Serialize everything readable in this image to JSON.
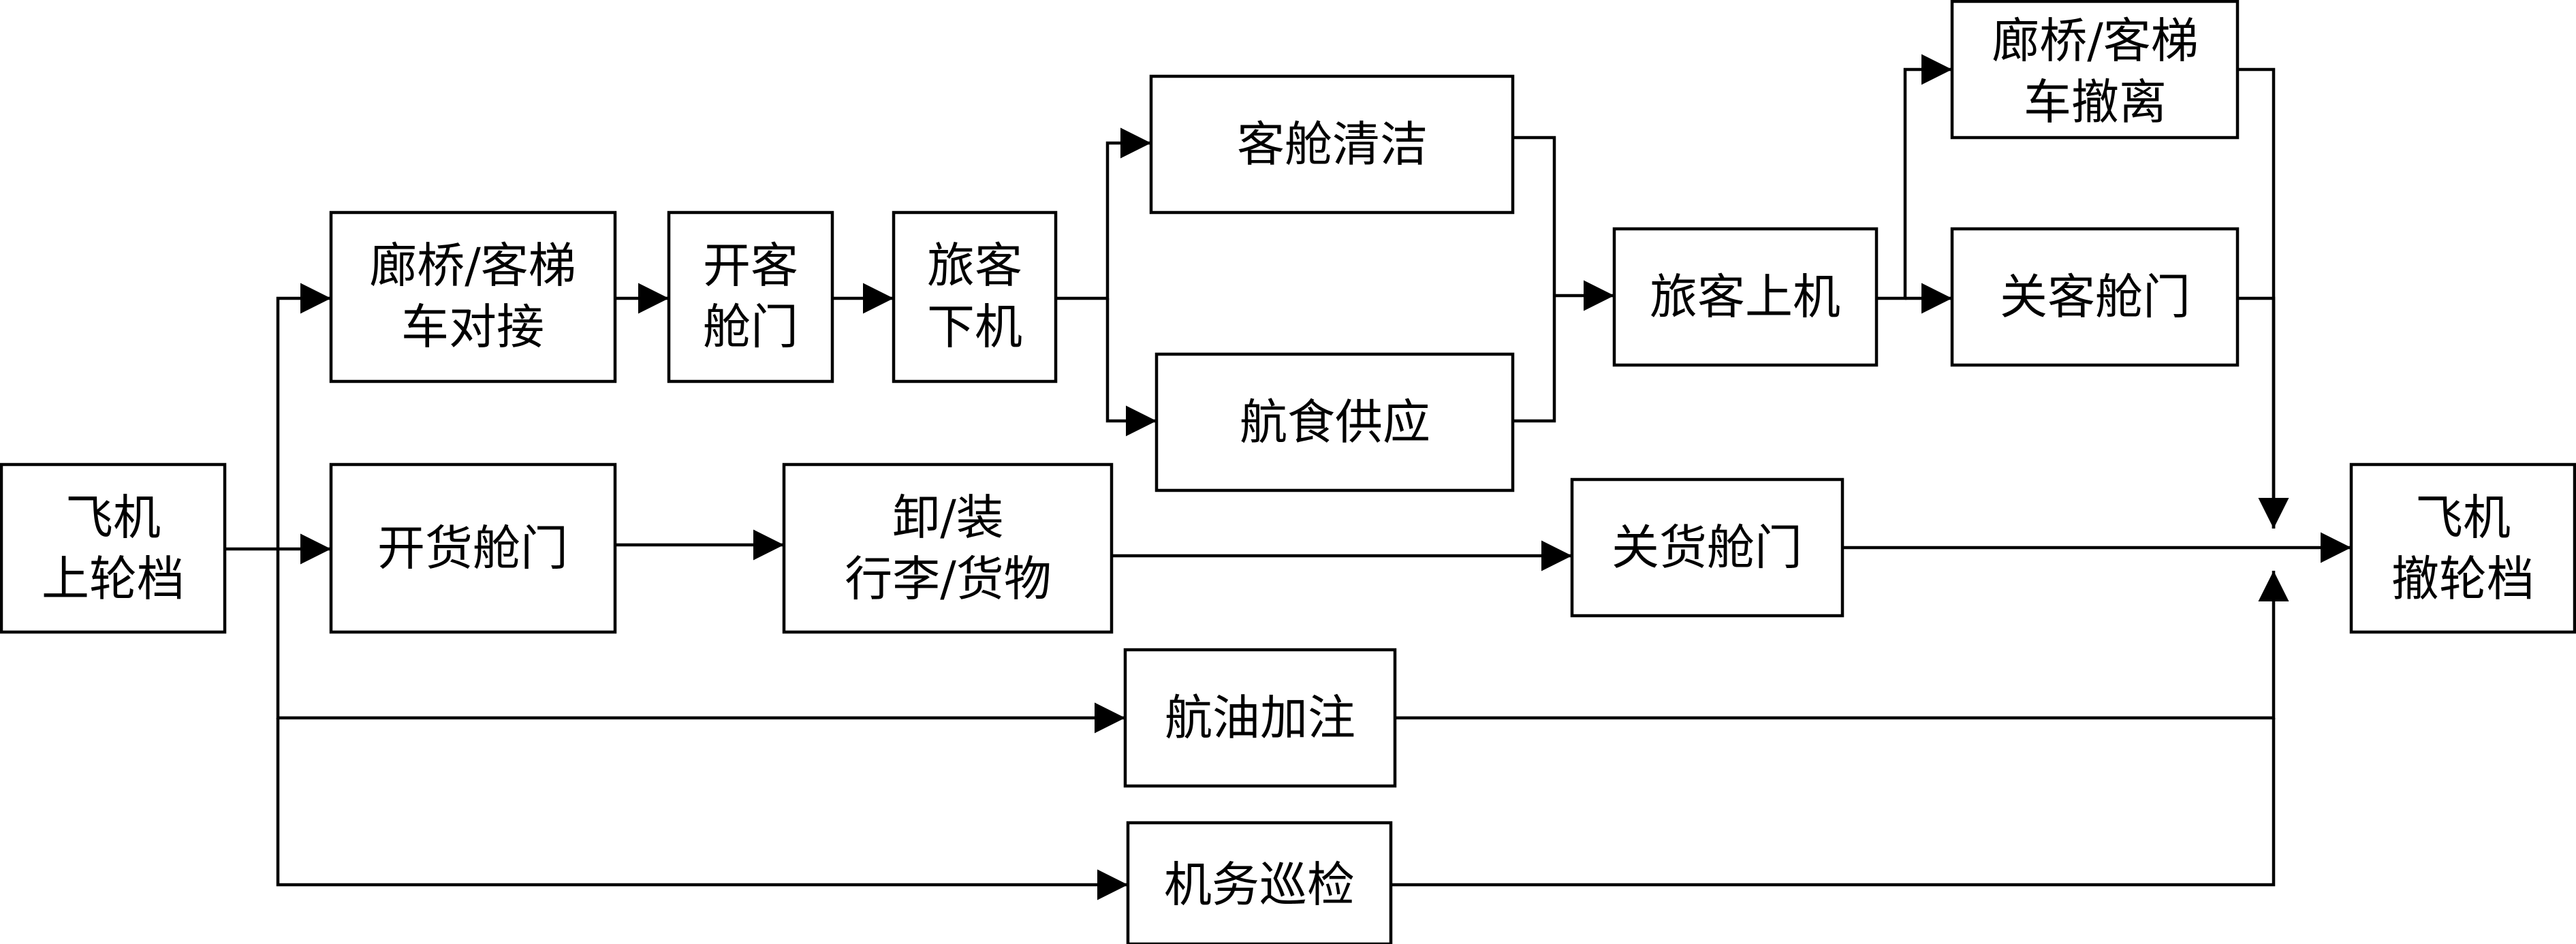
{
  "nodes": {
    "wheel_chock_on": [
      "飞机",
      "上轮档"
    ],
    "bridge_dock": [
      "廊桥/客梯",
      "车对接"
    ],
    "open_pax_door": [
      "开客",
      "舱门"
    ],
    "deplane": [
      "旅客",
      "下机"
    ],
    "cabin_clean": [
      "客舱清洁"
    ],
    "catering": [
      "航食供应"
    ],
    "boarding": [
      "旅客上机"
    ],
    "bridge_withdraw": [
      "廊桥/客梯",
      "车撤离"
    ],
    "close_pax_door": [
      "关客舱门"
    ],
    "open_cargo_door": [
      "开货舱门"
    ],
    "load_unload": [
      "卸/装",
      "行李/货物"
    ],
    "close_cargo_door": [
      "关货舱门"
    ],
    "refuel": [
      "航油加注"
    ],
    "inspection": [
      "机务巡检"
    ],
    "wheel_chock_off": [
      "飞机",
      "撤轮档"
    ]
  }
}
